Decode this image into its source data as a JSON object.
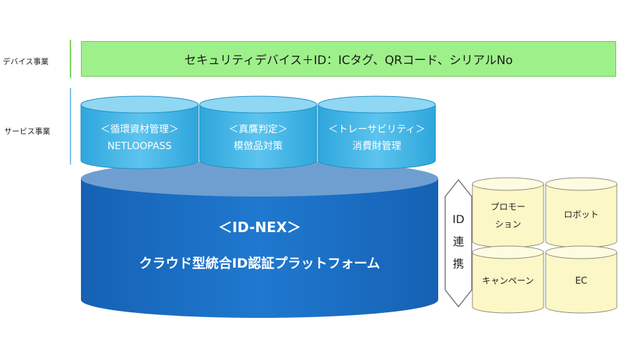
{
  "device_row": {
    "label": "デバイス事業",
    "bar_text": "セキュリティデバイス＋ID：ICタグ、QRコード、シリアルNo"
  },
  "service_row": {
    "label": "サービス事業",
    "services": [
      {
        "line1": "＜循環資材管理＞",
        "line2": "NETLOOPASS"
      },
      {
        "line1": "＜真贋判定＞",
        "line2": "模倣品対策"
      },
      {
        "line1": "＜トレーサビリティ＞",
        "line2": "消費財管理"
      }
    ]
  },
  "platform": {
    "line1": "＜ID-NEX＞",
    "line2": "クラウド型統合ID認証プラットフォーム"
  },
  "link": {
    "chars": [
      "ID",
      "連",
      "携"
    ]
  },
  "partners": [
    {
      "line1": "プロモー",
      "line2": "ション"
    },
    {
      "line1": "ロボット",
      "line2": ""
    },
    {
      "line1": "キャンペーン",
      "line2": ""
    },
    {
      "line1": "EC",
      "line2": ""
    }
  ],
  "colors": {
    "device_green": "#9ef08a",
    "service_cyan": "#3fb3e3",
    "platform_blue": "#1b6ec2",
    "partner_yellow": "#fbf7c6",
    "device_accent": "#7cd35e",
    "service_accent": "#7fc4ea"
  }
}
